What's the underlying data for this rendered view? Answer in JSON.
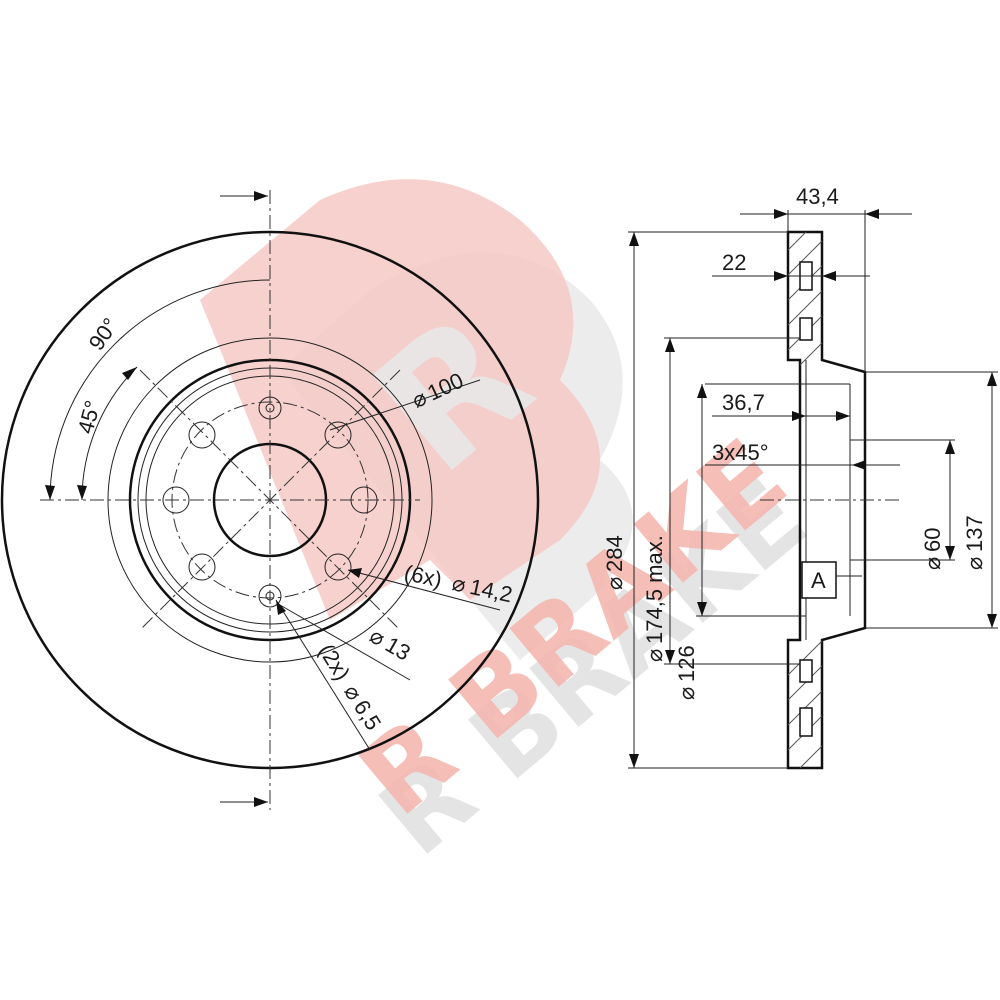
{
  "watermark": {
    "brand_text": "R BRAKE",
    "logo_letter": "R",
    "colors": {
      "logo": "#f6c9c4",
      "text": "#f4b7b0",
      "shadow": "#e6e6e6"
    }
  },
  "front_view": {
    "labels": {
      "angle_90": "90°",
      "angle_45": "45°",
      "pcd": "100",
      "stud_holes": "(6x)",
      "stud_hole_dia": "14,2",
      "bolt_hole_dia": "13",
      "pin_holes": "(2x)",
      "pin_hole_dia": "6,5"
    }
  },
  "side_view": {
    "labels": {
      "total_height": "43,4",
      "disc_thickness": "22",
      "hat_depth": "36,7",
      "chamfer": "3x45°",
      "outer_dia": "284",
      "braking_dia": "174,5 max.",
      "hat_dia": "126",
      "center_bore": "60",
      "hub_dia": "137",
      "datum": "A"
    }
  },
  "symbols": {
    "diameter": "⌀"
  }
}
